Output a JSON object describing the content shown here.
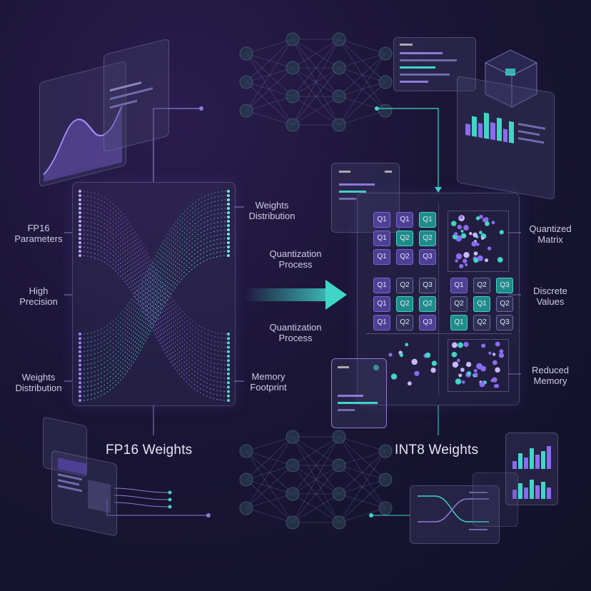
{
  "left_labels": {
    "fp16_params": [
      "FP16",
      "Parameters"
    ],
    "high_precision": [
      "High",
      "Precision"
    ],
    "weights_distribution": [
      "Weights",
      "Distribution"
    ]
  },
  "middle_labels": {
    "weights_distribution": [
      "Weights",
      "Distribution"
    ],
    "quantization_top": [
      "Quantization",
      "Process"
    ],
    "quantization_bottom": [
      "Quantization",
      "Process"
    ],
    "memory_footprint": [
      "Memory",
      "Footprint"
    ]
  },
  "right_labels": {
    "quantized_matrix": [
      "Quantized",
      "Matrix"
    ],
    "discrete_values": [
      "Discrete",
      "Values"
    ],
    "reduced_memory": [
      "Reduced",
      "Memory"
    ]
  },
  "titles": {
    "fp16": "FP16 Weights",
    "int8": "INT8 Weights"
  },
  "matrix": {
    "block_a": [
      [
        "Q1",
        "Q1",
        "Q1"
      ],
      [
        "Q1",
        "Q2",
        "Q2"
      ],
      [
        "Q1",
        "Q2",
        "Q3"
      ]
    ],
    "block_b": [
      [
        "Q1",
        "Q2",
        "Q3"
      ],
      [
        "Q1",
        "Q2",
        "Q2"
      ],
      [
        "Q1",
        "Q2",
        "Q3"
      ]
    ],
    "block_c": [
      [
        "Q1",
        "Q2",
        "Q3"
      ],
      [
        "Q2",
        "Q1",
        "Q2"
      ],
      [
        "Q1",
        "Q2",
        "Q3"
      ]
    ]
  },
  "colors": {
    "accent_teal": "#3fd6c8",
    "accent_purple": "#8a6cf0",
    "background": "#16132f"
  }
}
